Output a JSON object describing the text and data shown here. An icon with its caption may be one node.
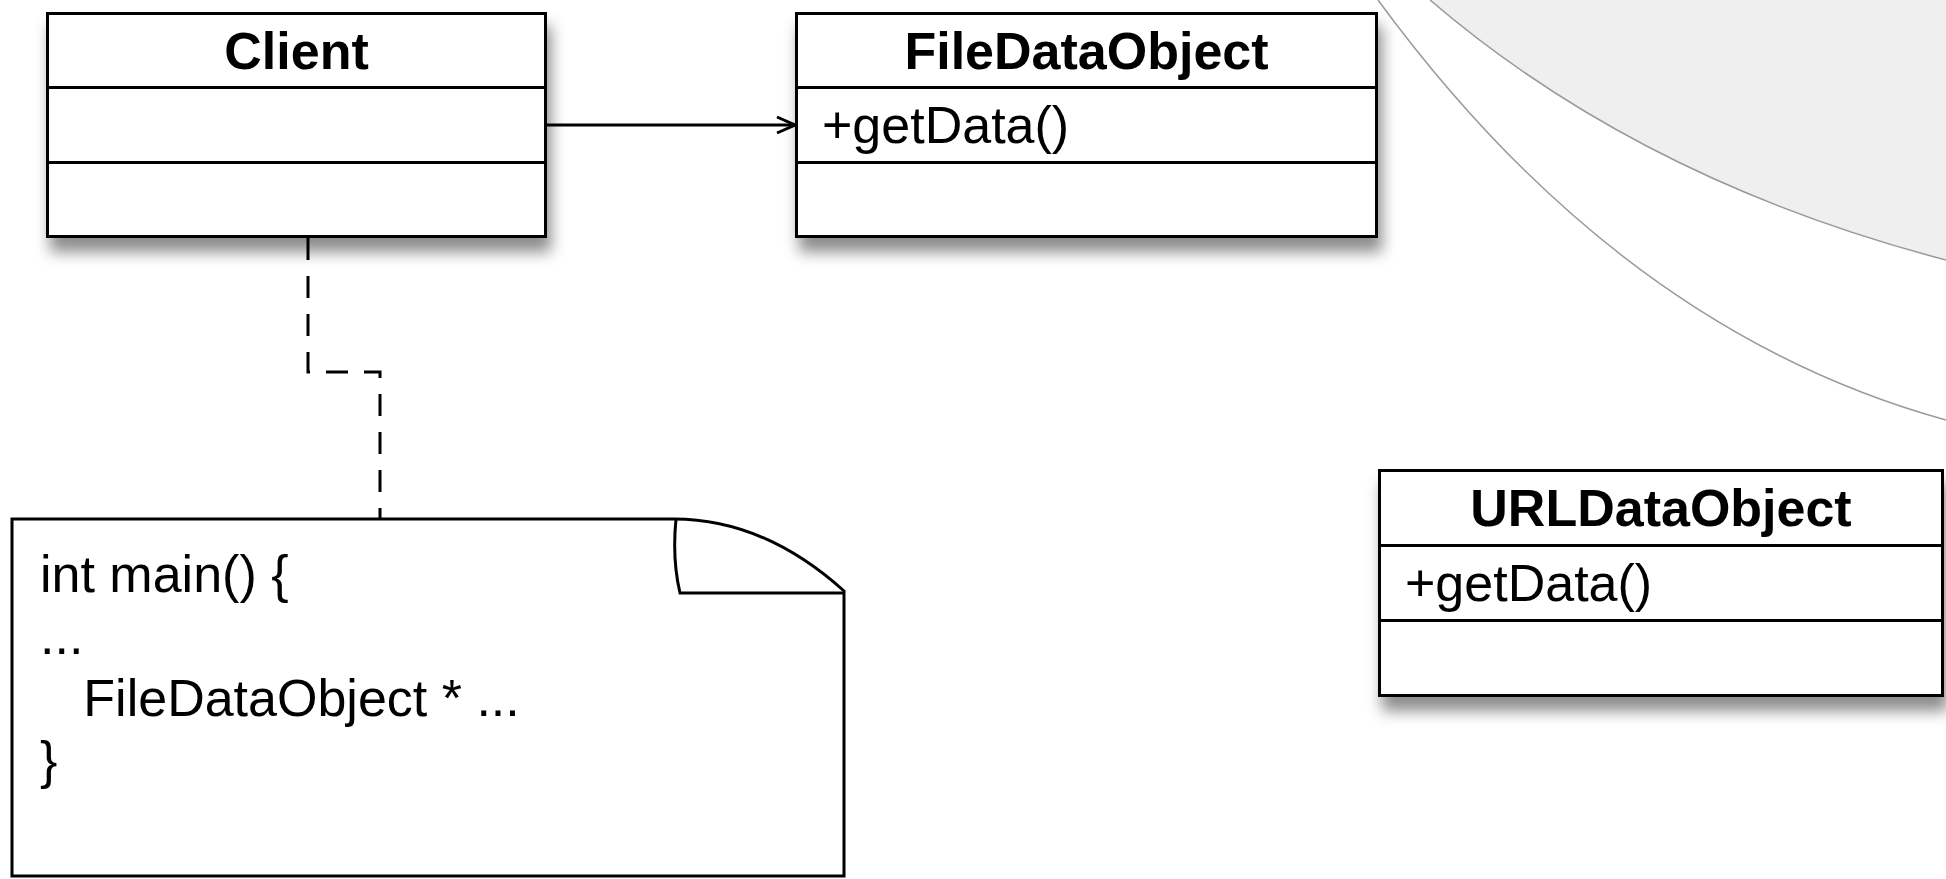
{
  "diagram": {
    "nodes": [
      {
        "text": [
          "Client"
        ]
      },
      {
        "text": [
          "FileDataObject",
          "+getData()"
        ]
      },
      {
        "text": [
          "int main() {",
          "...",
          "   FileDataObject * ...",
          "}"
        ]
      },
      {
        "text": [
          "URLDataObject",
          "+getData()"
        ]
      }
    ],
    "edges": [
      {
        "from": 0,
        "to": 1,
        "arrow": "to"
      },
      {
        "from": 0,
        "to": 2,
        "arrow": "none",
        "style": "dashed"
      }
    ]
  }
}
